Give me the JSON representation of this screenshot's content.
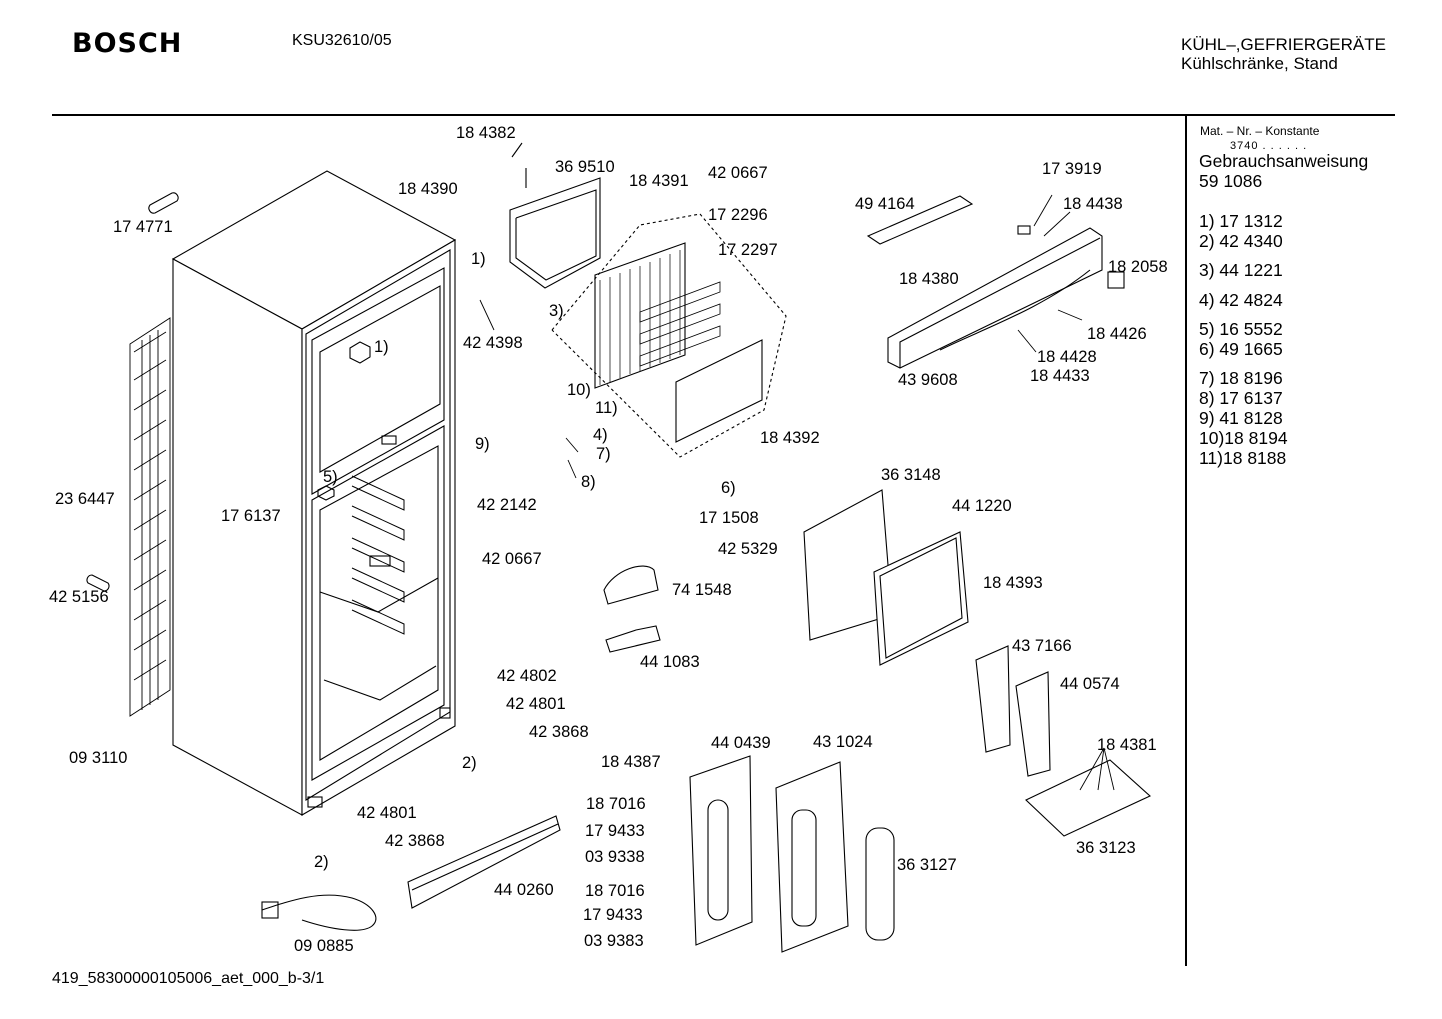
{
  "header": {
    "brand": "BOSCH",
    "model": "KSU32610/05",
    "category_line1": "KÜHL–,GEFRIERGERÄTE",
    "category_line2": "Kühlschränke, Stand"
  },
  "side_panel": {
    "heading": "Mat. – Nr. – Konstante",
    "constant_value": "3740 . . . . . .",
    "manual_label": "Gebrauchsanweisung",
    "manual_number": "59 1086",
    "parts": [
      "1)  17 1312",
      "2)  42 4340",
      "3)  44 1221",
      "4)  42 4824",
      "5)  16 5552",
      "6)  49 1665",
      "7)  18 8196",
      "8)  17 6137",
      "9)  41 8128",
      "10)18 8194",
      "11)18 8188"
    ]
  },
  "callouts": [
    "18 4382",
    "36 9510",
    "18 4390",
    "18 4391",
    "42 0667",
    "17 2296",
    "17 2297",
    "17 3919",
    "49 4164",
    "18 4438",
    "18 2058",
    "17 4771",
    "1)",
    "42 4398",
    "3)",
    "18 4380",
    "18 4426",
    "18 4428",
    "18 4433",
    "43 9608",
    "1)",
    "10)",
    "11)",
    "9)",
    "4)",
    "7)",
    "8)",
    "18 4392",
    "36 3148",
    "6)",
    "17 1508",
    "42 5329",
    "44 1220",
    "23 6447",
    "5)",
    "17 6137",
    "42 2142",
    "42 0667",
    "74 1548",
    "18 4393",
    "42 5156",
    "44 1083",
    "43 7166",
    "44 0574",
    "42 4802",
    "42 4801",
    "42 3868",
    "44 0439",
    "43 1024",
    "18 4381",
    "09 3110",
    "2)",
    "18 4387",
    "42 4801",
    "18 7016",
    "42 3868",
    "17 9433",
    "03 9338",
    "2)",
    "36 3127",
    "36 3123",
    "18 7016",
    "44 0260",
    "17 9433",
    "03 9383",
    "09 0885"
  ],
  "footer": {
    "document_id": "419_58300000105006_aet_000_b-3/1"
  }
}
